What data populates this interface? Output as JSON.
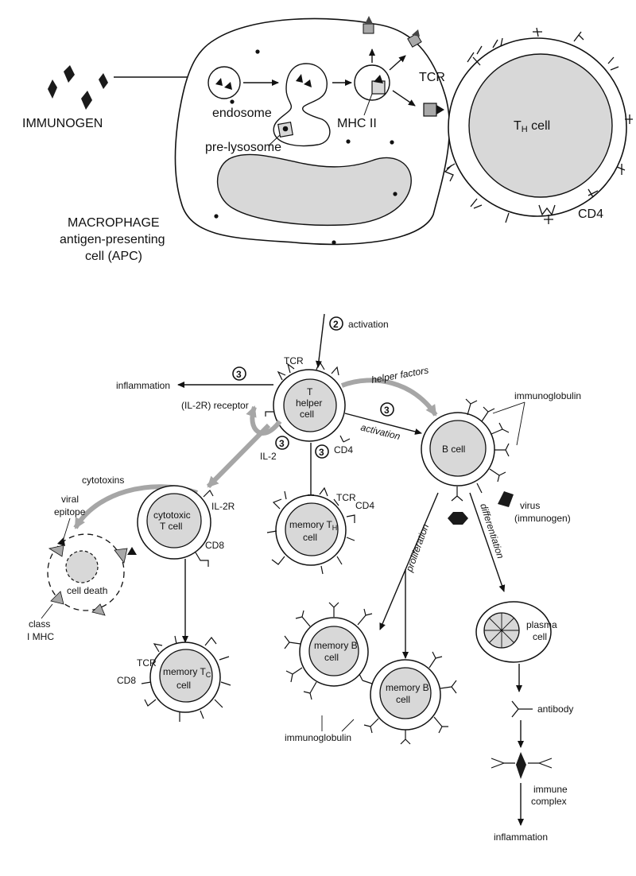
{
  "top": {
    "immunogen": "IMMUNOGEN",
    "endosome": "endosome",
    "pre_lysosome": "pre-lysosome",
    "mhc2": "MHC II",
    "tcr": "TCR",
    "th_cell_main": "T",
    "th_cell_sub": "H",
    "th_cell_tail": " cell",
    "cd4": "CD4",
    "macrophage_1": "MACROPHAGE",
    "macrophage_2": "antigen-presenting",
    "macrophage_3": "cell (APC)"
  },
  "bottom": {
    "step_num": "2",
    "activation_top": "activation",
    "inflammation_left": "inflammation",
    "step3": "3",
    "tcr_th": "TCR",
    "t_helper_1": "T",
    "t_helper_2": "helper",
    "t_helper_3": "cell",
    "il2r_receptor": "(IL-2R) receptor",
    "il2": "IL-2",
    "cd4_th": "CD4",
    "helper_factors": "helper factors",
    "activation_b": "activation",
    "b_cell": "B cell",
    "immunoglobulin_top": "immunoglobulin",
    "virus_1": "virus",
    "virus_2": "(immunogen)",
    "cytotoxins": "cytotoxins",
    "viral_epitope_1": "viral",
    "viral_epitope_2": "epitope",
    "il2r": "IL-2R",
    "cytotoxic_1": "cytotoxic",
    "cytotoxic_2": "T cell",
    "cd8_top": "CD8",
    "cell_death": "cell death",
    "class_mhc_1": "class",
    "class_mhc_2": "I MHC",
    "memory_th_1": "memory T",
    "memory_th_sub": "H",
    "memory_th_2": "cell",
    "tcr_mth": "TCR",
    "cd4_mth": "CD4",
    "tcr_mtc": "TCR",
    "cd8_mtc": "CD8",
    "memory_tc_1": "memory T",
    "memory_tc_sub": "C",
    "memory_tc_2": "cell",
    "proliferation": "proliferation",
    "differentiation": "differentiation",
    "memory_b1_1": "memory B",
    "memory_b1_2": "cell",
    "memory_b2_1": "memory B",
    "memory_b2_2": "cell",
    "immunoglobulin_bottom": "immunoglobulin",
    "plasma_1": "plasma",
    "plasma_2": "cell",
    "antibody": "antibody",
    "immune_complex_1": "immune",
    "immune_complex_2": "complex",
    "inflammation_bottom": "inflammation"
  },
  "colors": {
    "cell_fill": "#d8d8d8",
    "grey_arrow": "#a6a6a6",
    "ink": "#111111",
    "antigen": "#1a1a1a"
  }
}
